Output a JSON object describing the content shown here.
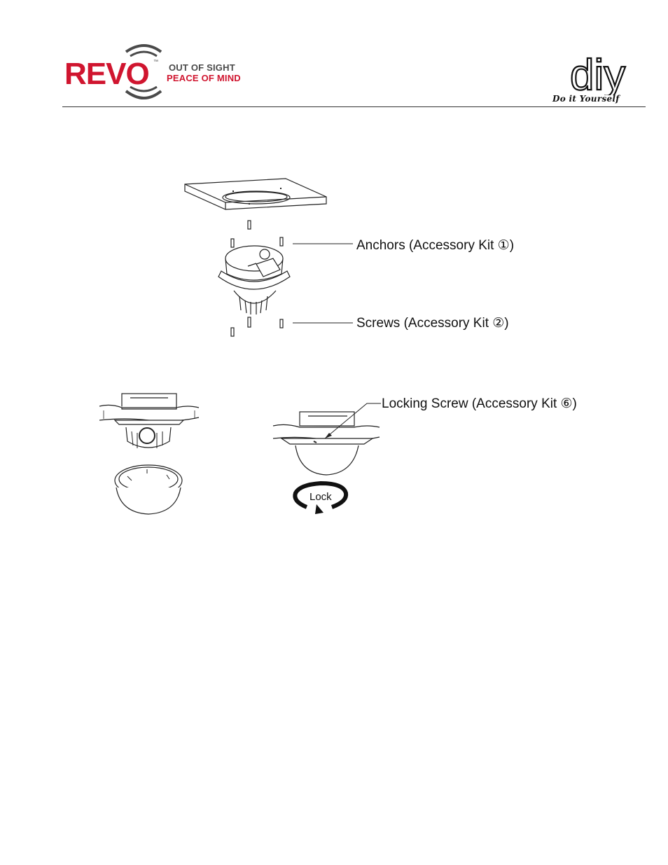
{
  "header": {
    "brand": "REVO",
    "trademark": "™",
    "tagline_line1": "OUT OF SIGHT",
    "tagline_line2": "PEACE OF MIND",
    "diy_logo": "diy",
    "diy_subtitle": "Do it Yourself"
  },
  "figure_top": {
    "anchors_label": "Anchors (Accessory Kit ①)",
    "screws_label": "Screws (Accessory Kit ②)"
  },
  "figure_bottom": {
    "locking_label": "Locking Screw (Accessory Kit ⑥)",
    "lock_label": "Lock"
  },
  "colors": {
    "brand_red": "#d0152f",
    "brand_gray": "#4a4a4a"
  }
}
